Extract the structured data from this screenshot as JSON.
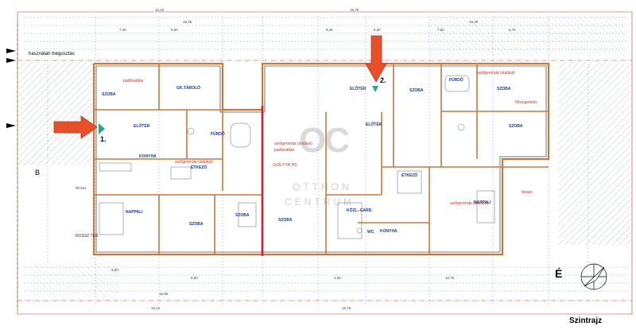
{
  "diagram": {
    "title": "Szintrajz",
    "north_letter": "É",
    "section_label": "B",
    "boundary_label": "használati megosztás",
    "watermark": {
      "logo": "OC",
      "line1": "OTTHON",
      "line2": "CENTRUM"
    },
    "markers": [
      "1.",
      "2."
    ],
    "rooms": [
      {
        "key": "gt",
        "name": "GK.TÁROLÓ"
      },
      {
        "key": "sz1",
        "name": "SZOBA"
      },
      {
        "key": "eloter1",
        "name": "ELŐTÉR"
      },
      {
        "key": "furdo1",
        "name": "FÜRDŐ"
      },
      {
        "key": "konyha1",
        "name": "KONYHA"
      },
      {
        "key": "etkezo1",
        "name": "ÉTKEZŐ"
      },
      {
        "key": "nappali1",
        "name": "NAPPALI"
      },
      {
        "key": "szoba1b",
        "name": "SZOBA"
      },
      {
        "key": "szoba1c",
        "name": "SZOBA"
      },
      {
        "key": "eloter2",
        "name": "ELŐTÉR"
      },
      {
        "key": "eloter2b",
        "name": "ELŐTÉR"
      },
      {
        "key": "szoba2a",
        "name": "SZOBA"
      },
      {
        "key": "furdo2",
        "name": "FÜRDŐ"
      },
      {
        "key": "szoba2b",
        "name": "SZOBA"
      },
      {
        "key": "szoba2c",
        "name": "SZOBA"
      },
      {
        "key": "etkezo2",
        "name": "ÉTKEZŐ"
      },
      {
        "key": "konyha2",
        "name": "KONYHA"
      },
      {
        "key": "nappali2",
        "name": "NAPPALI"
      },
      {
        "key": "szoba2d",
        "name": "SZOBA"
      },
      {
        "key": "kozl",
        "name": "KÖZL.-GARD."
      },
      {
        "key": "wc",
        "name": "WC"
      }
    ],
    "notes": {
      "aljzat1": "padlóváltás",
      "aljzat2": "padlóváltás",
      "gerenda1": "acélgerenda (statikai)",
      "gerenda2": "acélgerenda (statikai)",
      "gerenda3": "acélgerenda (statikai)",
      "gerenda4": "acélgerenda (statikai)",
      "fal": "2x25 PTH HS",
      "ketto": "hőszigetelés",
      "ter_left": "terasz",
      "ter_right": "terasz",
      "ter_bl": "ROSSZ TER."
    },
    "dimensions_top": [
      "10,22",
      "16,78",
      "15,45",
      "10,30"
    ],
    "dimensions_top2": [
      "7,45",
      "6,00",
      "9,35",
      "6,30",
      "7,60",
      "5,70"
    ],
    "dimensions_bottom": [
      "16,95",
      "10,22",
      "16,78"
    ],
    "dimensions_bottom2": [
      "3,50",
      "6,50",
      "4,50",
      "10,75"
    ]
  }
}
